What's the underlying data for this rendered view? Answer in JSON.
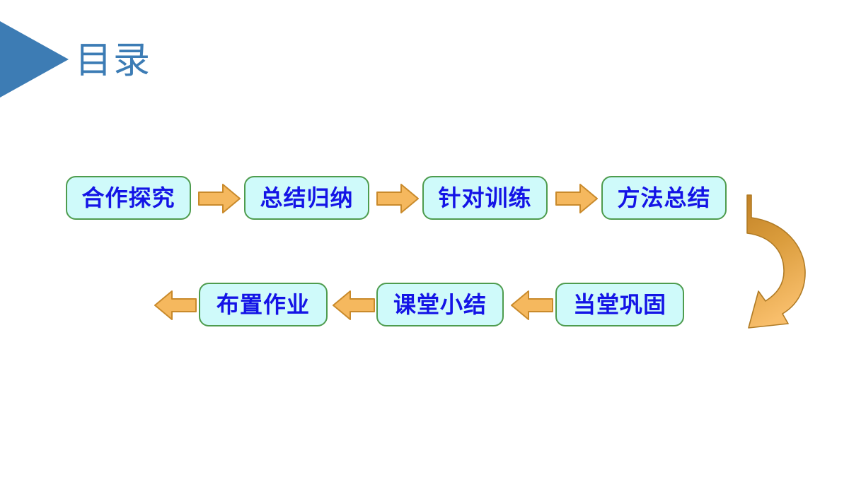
{
  "slide": {
    "title": "目录",
    "background_color": "#FFFFFF",
    "title_color": "#3C7CB5",
    "triangle_color": "#3D7CB4"
  },
  "theme": {
    "box_fill": "#CFFAFA",
    "box_border": "#4E9C4E",
    "box_text": "#1414E6",
    "arrow_fill": "#F5B85E",
    "arrow_stroke": "#C98A2B",
    "curved_arrow_top": "#C98A34",
    "curved_arrow_bottom": "#F7BC66"
  },
  "flow": {
    "row1": [
      {
        "id": "step-1",
        "label": "合作探究"
      },
      {
        "id": "step-2",
        "label": "总结归纳"
      },
      {
        "id": "step-3",
        "label": "针对训练"
      },
      {
        "id": "step-4",
        "label": "方法总结"
      }
    ],
    "row1_arrows": [
      {
        "id": "arrow-1",
        "direction": "right"
      },
      {
        "id": "arrow-2",
        "direction": "right"
      },
      {
        "id": "arrow-3",
        "direction": "right"
      }
    ],
    "row2": [
      {
        "id": "step-5",
        "label": "当堂巩固"
      },
      {
        "id": "step-6",
        "label": "课堂小结"
      },
      {
        "id": "step-7",
        "label": "布置作业"
      }
    ],
    "row2_arrows": [
      {
        "id": "arrow-4",
        "direction": "left"
      },
      {
        "id": "arrow-5",
        "direction": "left"
      },
      {
        "id": "arrow-6",
        "direction": "left"
      }
    ],
    "wrap_arrow": {
      "id": "arrow-wrap",
      "direction": "curve-down-left"
    }
  }
}
